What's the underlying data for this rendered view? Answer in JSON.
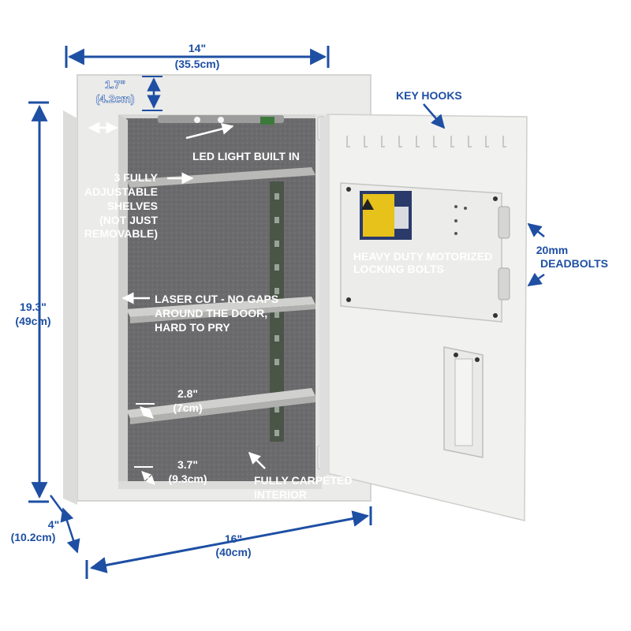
{
  "colors": {
    "accent_blue": "#1e4fa3",
    "safe_body": "#e9e9e7",
    "carpet": "#6a6a6c"
  },
  "dimensions": {
    "width_top": {
      "imperial": "14\"",
      "metric": "(35.5cm)"
    },
    "frame_lip": {
      "imperial": "1.7\"",
      "metric": "(4.2cm)"
    },
    "height": {
      "imperial": "19.3\"",
      "metric": "(49cm)"
    },
    "depth": {
      "imperial": "4\"",
      "metric": "(10.2cm)"
    },
    "width_bottom": {
      "imperial": "16\"",
      "metric": "(40cm)"
    },
    "shelf_depth": {
      "imperial": "2.8\"",
      "metric": "(7cm)"
    },
    "bottom_gap": {
      "imperial": "3.7\"",
      "metric": "(9.3cm)"
    }
  },
  "features": {
    "key_hooks": "KEY HOOKS",
    "led_light": "LED LIGHT BUILT IN",
    "shelves": [
      "3 FULLY",
      "ADJUSTABLE",
      "SHELVES",
      "(NOT JUST",
      "REMOVABLE)"
    ],
    "laser_cut": [
      "LASER CUT - NO GAPS",
      "AROUND THE DOOR,",
      "HARD TO PRY"
    ],
    "locking_bolts": [
      "HEAVY DUTY MOTORIZED",
      "LOCKING BOLTS"
    ],
    "deadbolts": [
      "20mm",
      "DEADBOLTS"
    ],
    "carpeted": [
      "FULLY CARPETED",
      "INTERIOR"
    ]
  },
  "icons": [
    "dimension-arrow-icon",
    "callout-arrow-icon",
    "key-hook-icon",
    "warning-label-icon"
  ]
}
